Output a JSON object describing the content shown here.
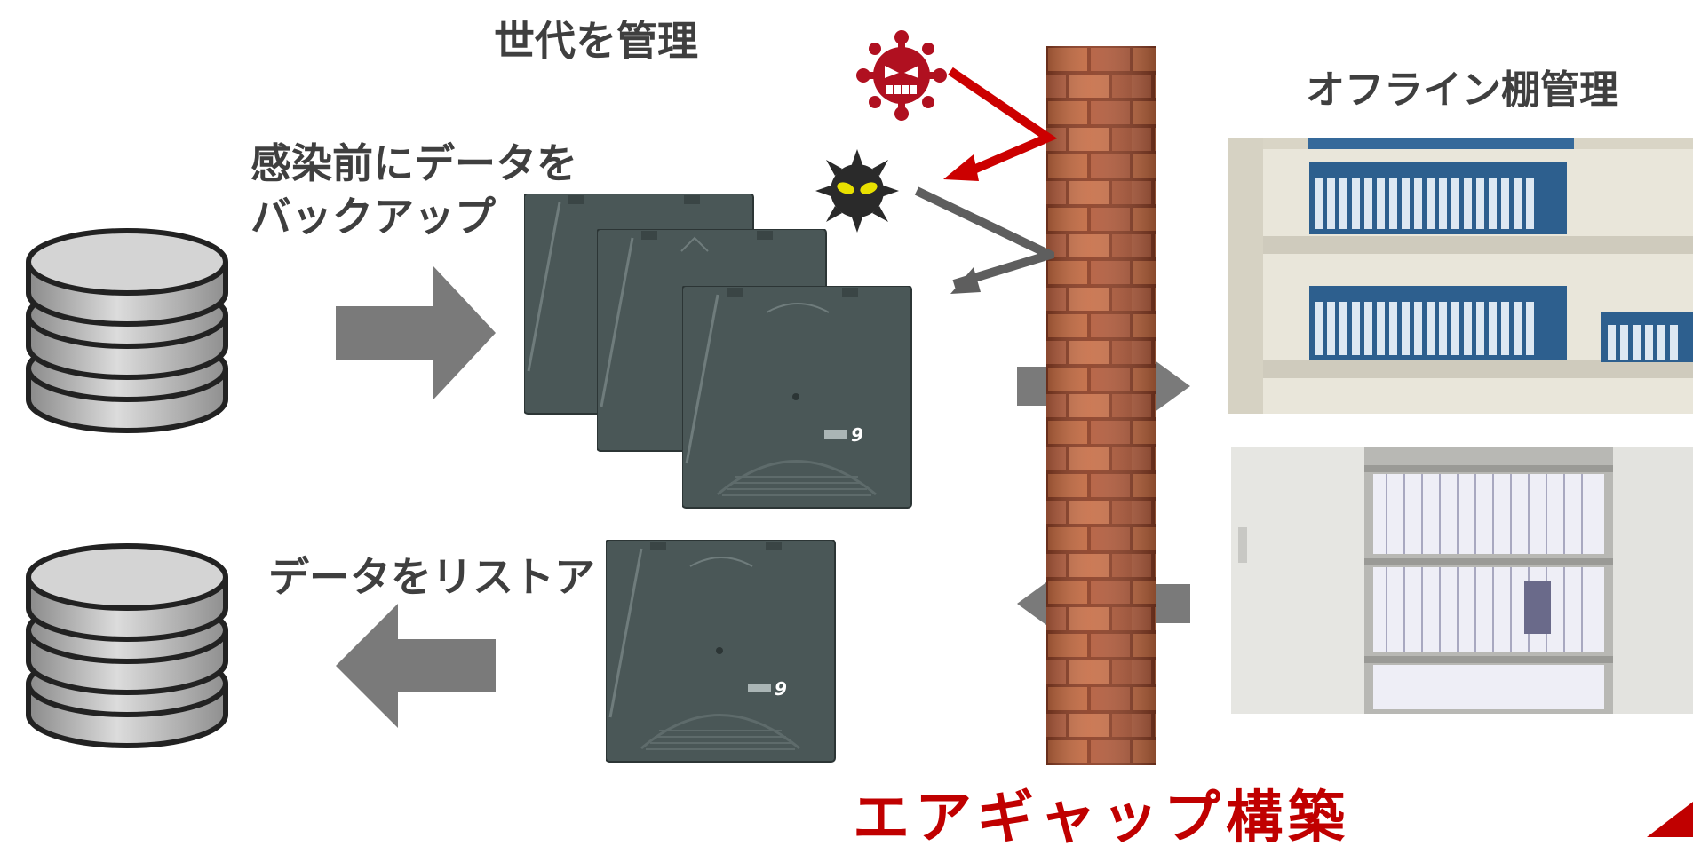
{
  "labels": {
    "generation": "世代を管理",
    "backup_line1": "感染前にデータを",
    "backup_line2": "バックアップ",
    "restore": "データをリストア",
    "offline_shelf": "オフライン棚管理",
    "air_gap": "エアギャップ構築",
    "tape_brand": "9"
  },
  "colors": {
    "arrow_gray": "#7a7a7a",
    "arrow_red": "#cc0000",
    "title_red": "#c00000",
    "tape_body": "#4a5757",
    "brick": "#b25a3a",
    "virus_red": "#b01020",
    "virus_dark": "#2a2a2a"
  },
  "icons": [
    "database-icon",
    "tape-cartridge-icon",
    "virus-icon",
    "brick-wall",
    "shelf-photo"
  ]
}
